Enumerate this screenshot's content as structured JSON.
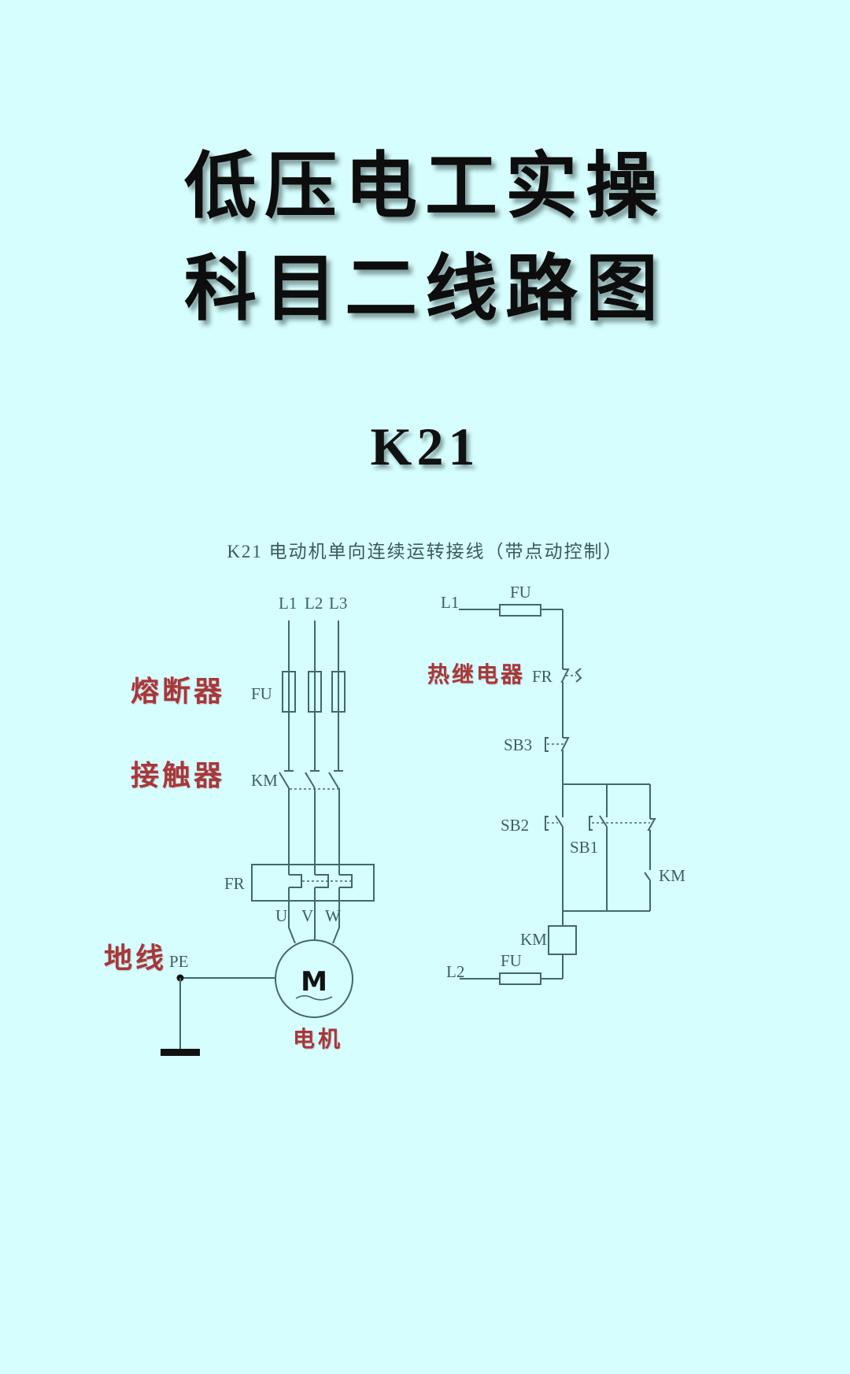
{
  "header": {
    "title_line1": "低压电工实操",
    "title_line2": "科目二线路图",
    "code": "K21"
  },
  "diagram": {
    "subtitle": "K21  电动机单向连续运转接线（带点动控制）",
    "main_circuit": {
      "phase_labels": [
        "L1",
        "L2",
        "L3"
      ],
      "fuse_label": "FU",
      "contactor_label": "KM",
      "thermal_relay_label": "FR",
      "motor_terminal_labels": [
        "U",
        "V",
        "W"
      ],
      "ground_label": "PE",
      "motor_symbol": "M",
      "annotations": {
        "fuse": "熔断器",
        "contactor": "接触器",
        "ground": "地线",
        "motor": "电机"
      }
    },
    "control_circuit": {
      "supply_top": "L1",
      "supply_bottom": "L2",
      "fuse_top_label": "FU",
      "fuse_bottom_label": "FU",
      "thermal_relay_label": "FR",
      "stop_button_label": "SB3",
      "jog_button_label": "SB2",
      "start_button_label": "SB1",
      "aux_contact_label": "KM",
      "coil_label": "KM",
      "annotations": {
        "thermal_relay": "热继电器"
      }
    }
  },
  "colors": {
    "background": "#d6fefe",
    "wire": "#3d6b6b",
    "annotation_red": "#a8373a",
    "title": "#0d0d0d"
  }
}
